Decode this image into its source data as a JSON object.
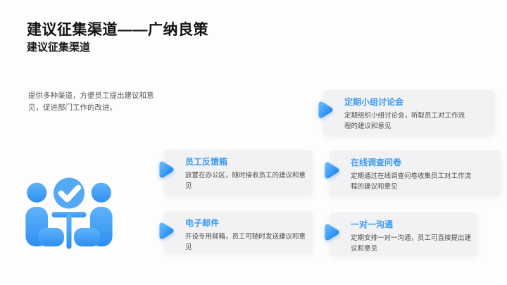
{
  "slide": {
    "title": "建议征集渠道——广纳良策",
    "subtitle": "建议征集渠道",
    "intro": "提供多种渠道，方便员工提出建议和意见，促进部门工作的改进。",
    "cards": [
      {
        "title": "定期小组讨论会",
        "desc": "定期组织小组讨论会，听取员工对工作流程的建议和意见"
      },
      {
        "title": "员工反馈箱",
        "desc": "放置在办公区，随时接收员工的建议和意见"
      },
      {
        "title": "在线调查问卷",
        "desc": "定期通过在线调查问卷收集员工对工作流程的建议和意见"
      },
      {
        "title": "电子邮件",
        "desc": "开设专用邮箱，员工可随时发送建议和意见"
      },
      {
        "title": "一对一沟通",
        "desc": "定期安排一对一沟通，员工可直接提出建议和意见"
      }
    ],
    "icons": {
      "card_bullet": "arrow-right-icon",
      "illustration": "meeting-discussion-icon",
      "illustration_badge": "checkmark-icon"
    },
    "colors": {
      "accent": "#3D9AF0",
      "accent_gradient_light": "#5FB5FA",
      "accent_gradient_dark": "#1E85EE",
      "badge_circle": "#54A9F7",
      "card_background": "#F2F2F4",
      "page_background": "#FDFDFD",
      "heading_text": "#121212",
      "body_text": "#4B4B4B"
    }
  }
}
